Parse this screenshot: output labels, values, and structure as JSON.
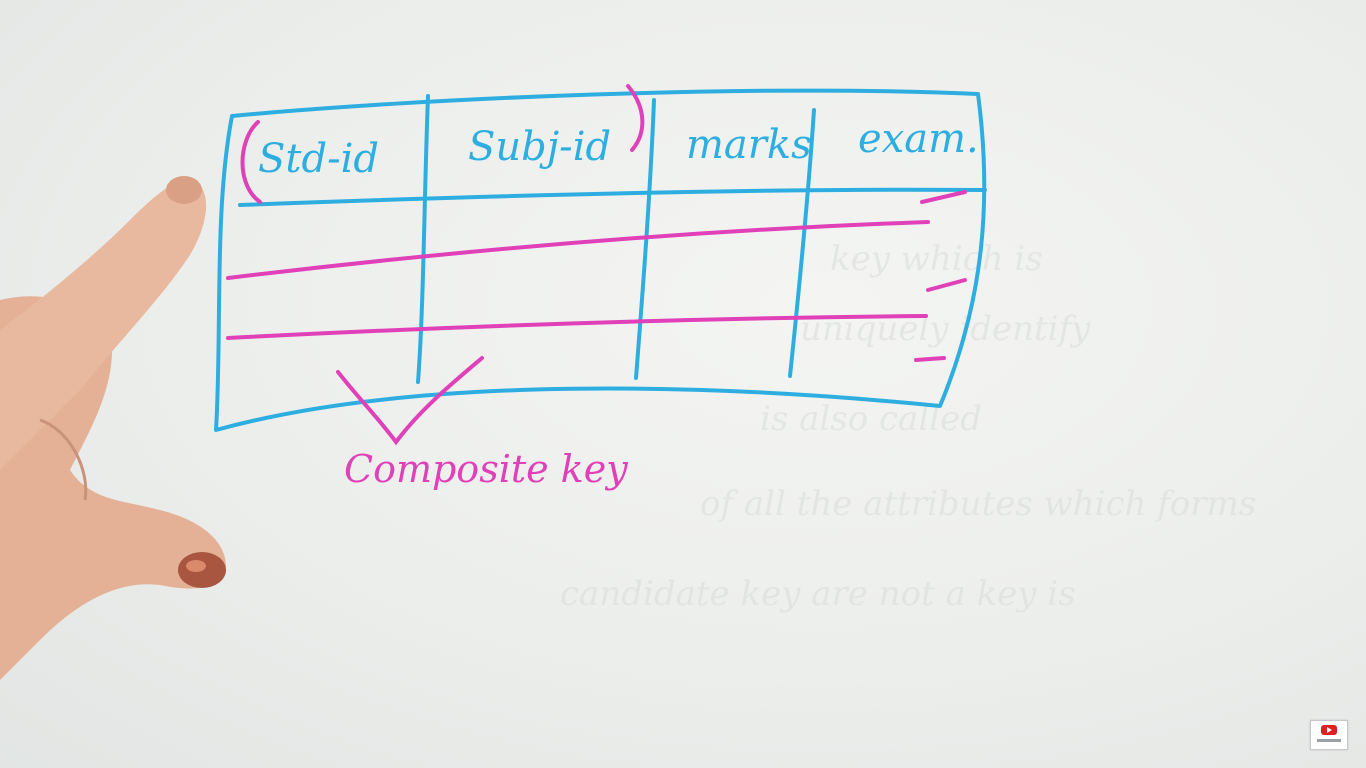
{
  "board": {
    "headers": [
      "Std-id",
      "Subj-id",
      "marks",
      "exam."
    ],
    "annotation": "Composite key"
  },
  "colors": {
    "table_lines": "#2eaee0",
    "highlight": "#e040b8",
    "board": "#eef0ee",
    "skin": "#e7b79c"
  },
  "icons": {
    "channel_watermark": "youtube-subscribe-icon"
  }
}
